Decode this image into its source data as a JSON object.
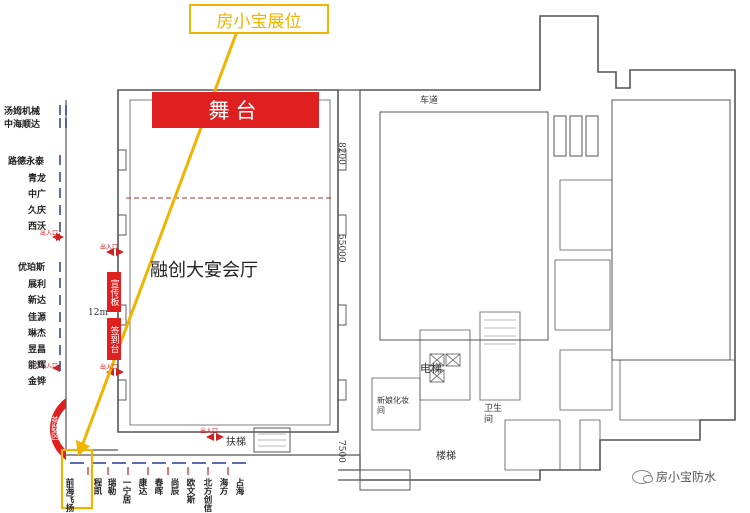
{
  "callout": {
    "label": "房小宝展位"
  },
  "stage": {
    "label": "舞台"
  },
  "hall": {
    "label": "融创大宴会厅"
  },
  "boards": {
    "board1": "宣传板",
    "board2": "签到台"
  },
  "tea_area": "茶歇区",
  "dimensions": {
    "width_12m": "12m",
    "d8200": "8200",
    "d55000": "55000",
    "d7500": "7500"
  },
  "rooms": {
    "road": "车道",
    "elevator": "电梯",
    "restroom": "卫生间",
    "stairs": "楼梯",
    "escalator": "扶梯",
    "bride_room": "新娘化妆间"
  },
  "entry_label": "出入口",
  "left_brands": [
    "汤姆机械",
    "中海顺达",
    "路德永泰",
    "青龙",
    "中广",
    "久庆",
    "西沃",
    "优珀斯",
    "展利",
    "新达",
    "佳源",
    "琳杰",
    "昱昌",
    "能辉",
    "金铧"
  ],
  "bottom_brands": [
    "前海飞扬",
    "程凯",
    "瑞勒",
    "一宁居",
    "康达",
    "春晖",
    "尚辰",
    "欧文斯",
    "北方创信",
    "海方",
    "占海"
  ],
  "watermark": "房小宝防水",
  "colors": {
    "accent": "#e02020",
    "highlight": "#f0b400",
    "booth": "#1a2f8a",
    "wall": "#555555"
  }
}
